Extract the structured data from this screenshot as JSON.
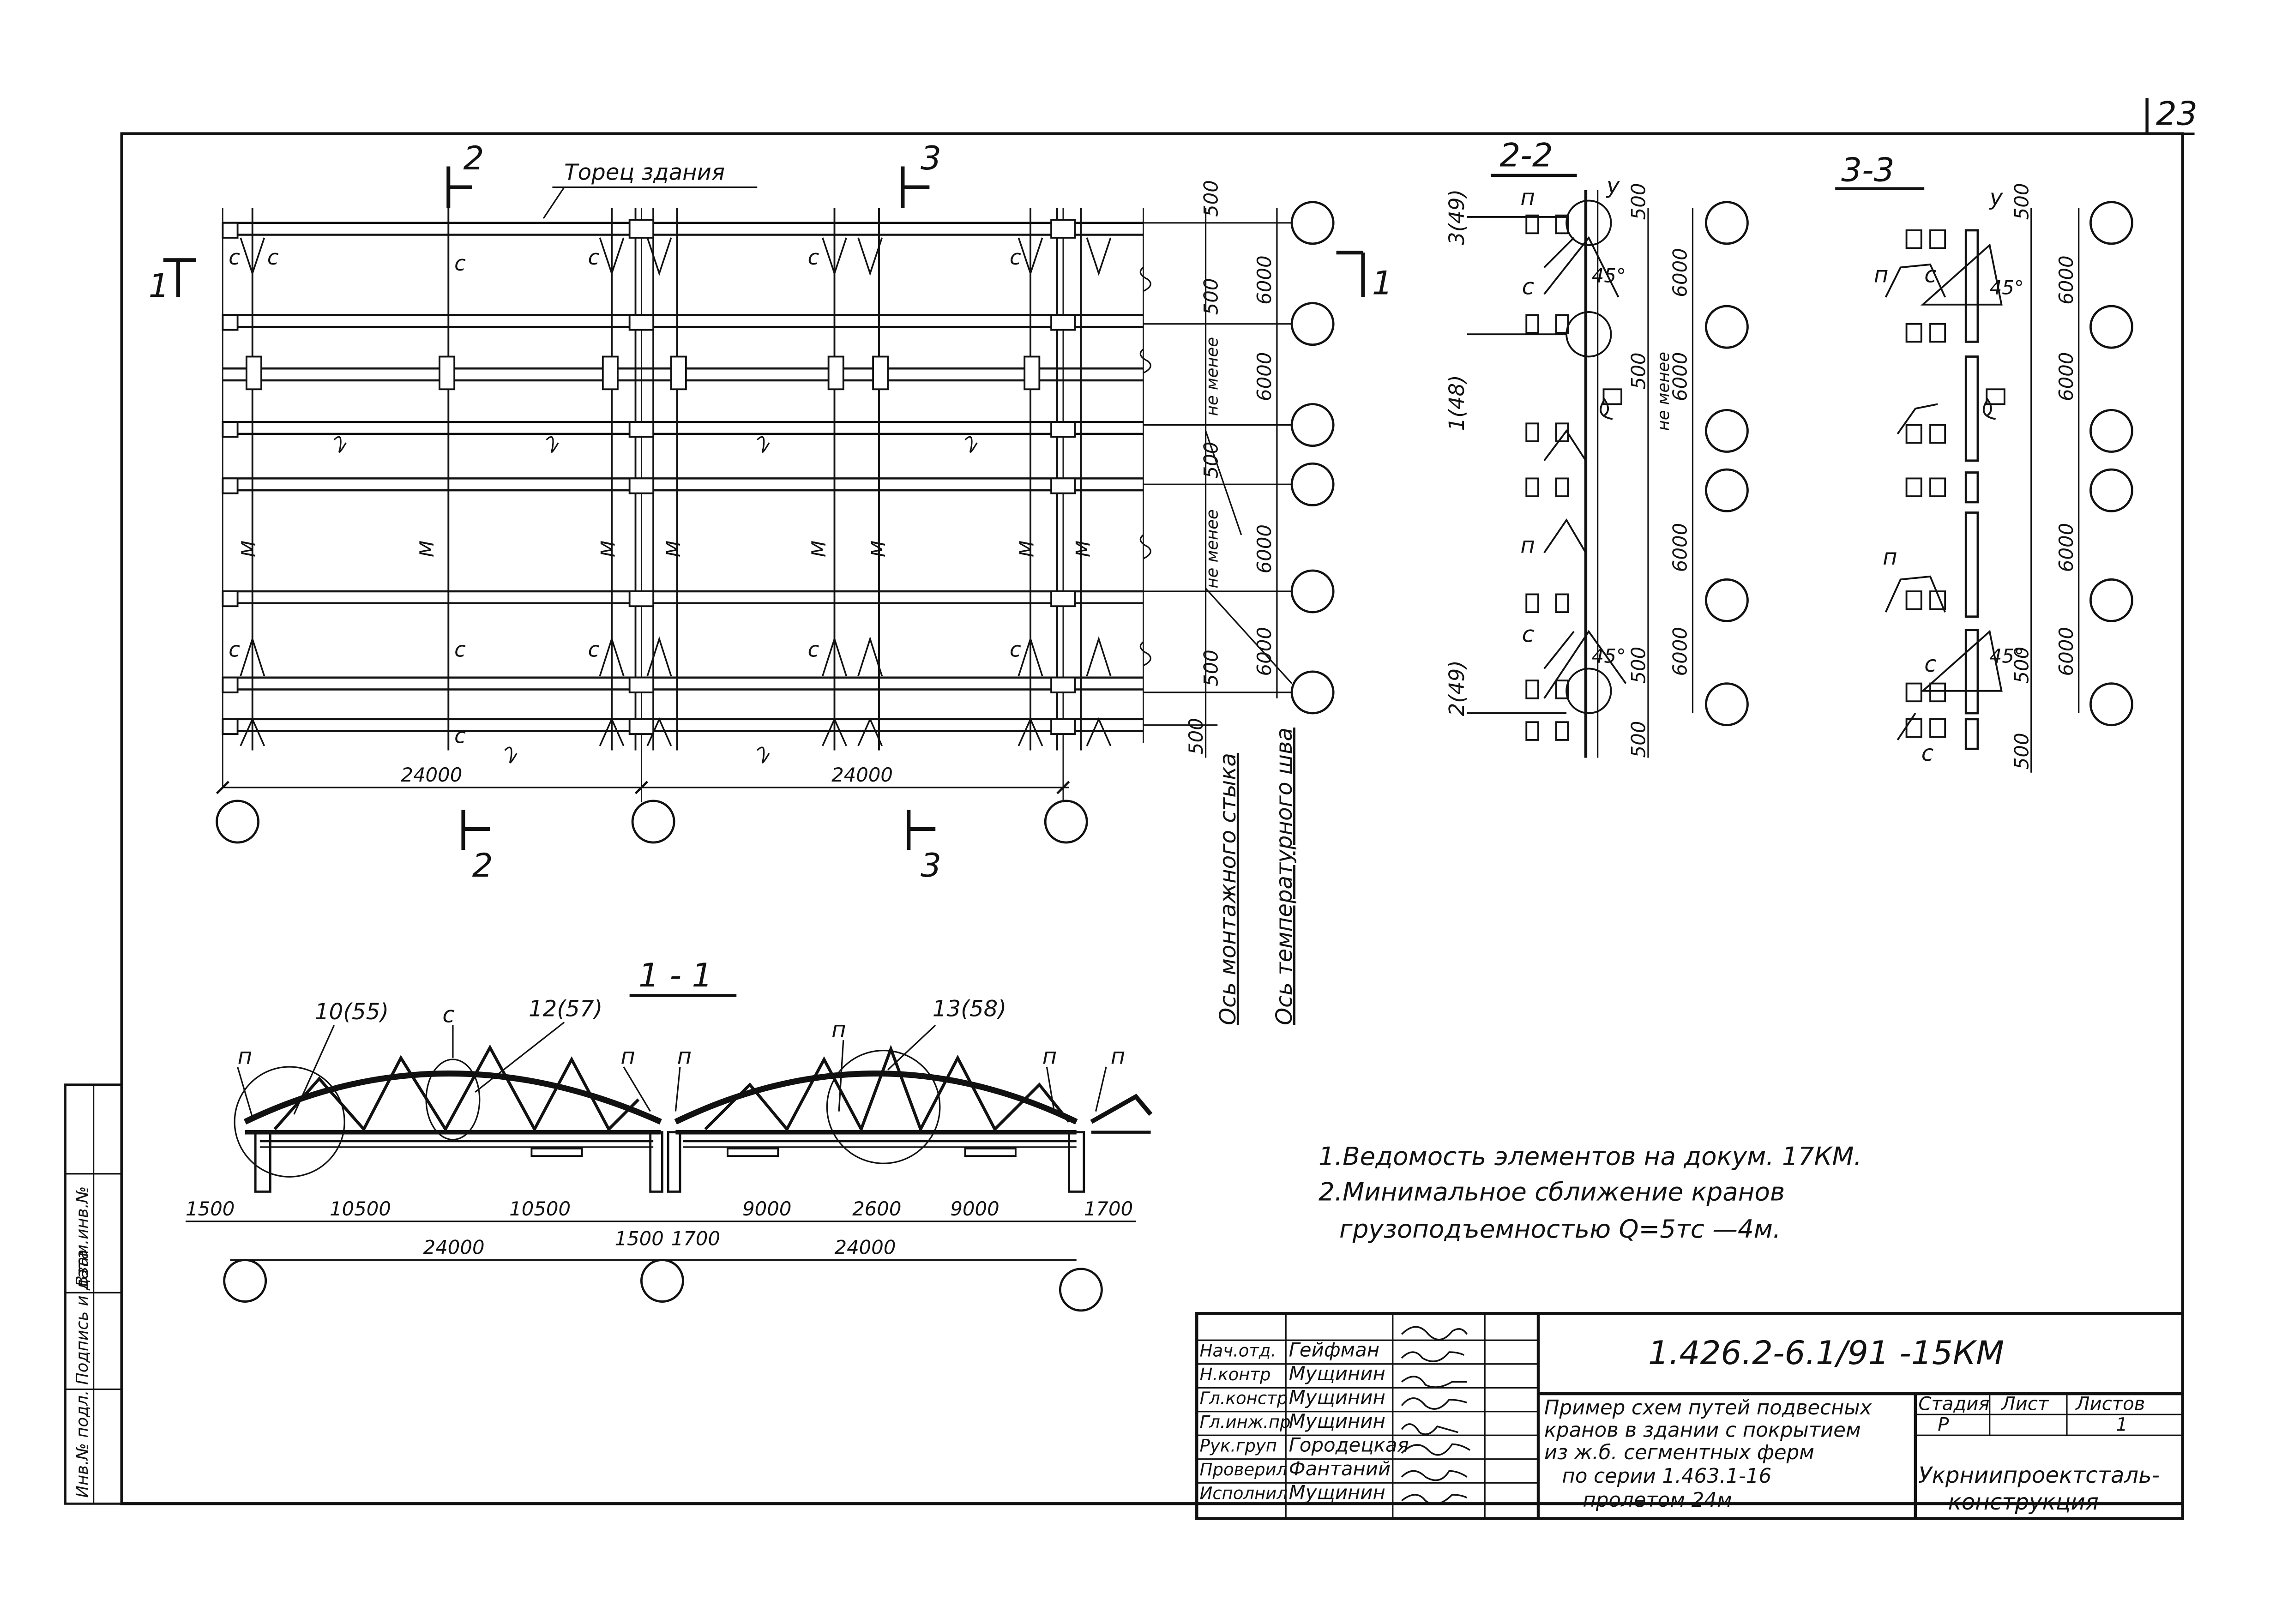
{
  "sheet_number": "23",
  "plan": {
    "facade_label": "Торец здания",
    "section_marks": [
      {
        "label": "2"
      },
      {
        "label": "3"
      },
      {
        "label": "1"
      },
      {
        "label": "1"
      },
      {
        "label": "2"
      },
      {
        "label": "3"
      }
    ],
    "span_labels": [
      "24000",
      "24000"
    ],
    "row_dims": [
      "500",
      "6000",
      "500",
      "6000",
      "не менее",
      "500",
      "6000",
      "не менее",
      "6000",
      "500",
      "500"
    ],
    "axis_mount_label": "Ось монтажного стыка",
    "axis_thermal_label": "Ось температурного шва",
    "beam_letters": {
      "c": "с",
      "m": "М"
    }
  },
  "section_1_1": {
    "title": "1 - 1",
    "callouts": [
      "10(55)",
      "12(57)",
      "13(58)"
    ],
    "c_label": "с",
    "p_label": "п",
    "dims": [
      "1500",
      "10500",
      "10500",
      "1500",
      "1700",
      "9000",
      "2600",
      "9000",
      "1700"
    ],
    "span_labels": [
      "24000",
      "24000"
    ]
  },
  "section_2_2": {
    "title": "2-2",
    "callouts": [
      "3(49)",
      "1(48)",
      "2(49)"
    ],
    "dims": [
      "500",
      "6000",
      "500",
      "6000",
      "не менее",
      "6000",
      "500",
      "6000",
      "500"
    ],
    "angle_labels": [
      "45°",
      "45°"
    ],
    "y_label": "у",
    "c_label": "с",
    "p_label": "п"
  },
  "section_3_3": {
    "title": "3-3",
    "dims": [
      "500",
      "6000",
      "6000",
      "6000",
      "6000",
      "500",
      "500"
    ],
    "angle_labels": [
      "45°",
      "45°"
    ],
    "y_label": "у",
    "c_label": "с",
    "p_label": "п"
  },
  "notes": [
    "1.Ведомость элементов на докум. 17КМ.",
    "2.Минимальное сближение кранов",
    "грузоподъемностью Q=5тс —4м."
  ],
  "stamp": {
    "signatures": [
      {
        "role": "Нач.отд.",
        "name": "Гейфман"
      },
      {
        "role": "Н.контр",
        "name": "Мущинин"
      },
      {
        "role": "Гл.констр",
        "name": "Мущинин"
      },
      {
        "role": "Гл.инж.пр",
        "name": "Мущинин"
      },
      {
        "role": "Рук.груп",
        "name": "Городецкая"
      },
      {
        "role": "Проверил",
        "name": "Фантаний"
      },
      {
        "role": "Исполнил",
        "name": "Мущинин"
      }
    ],
    "code": "1.426.2-6.1/91 -15КМ",
    "title_lines": [
      "Пример схем путей подвесных",
      "кранов в здании с покрытием",
      "из ж.б. сегментных ферм",
      "по серии 1.463.1-16",
      "пролетом 24м"
    ],
    "stage_header": "Стадия",
    "sheet_header": "Лист",
    "sheets_header": "Листов",
    "stage_value": "Р",
    "sheets_value": "1",
    "org_lines": [
      "Укрниипроектсталь-",
      "конструкция"
    ]
  },
  "left_strip": [
    "Инв.№ подл.",
    "Подпись и дата",
    "Взам.инв.№"
  ]
}
